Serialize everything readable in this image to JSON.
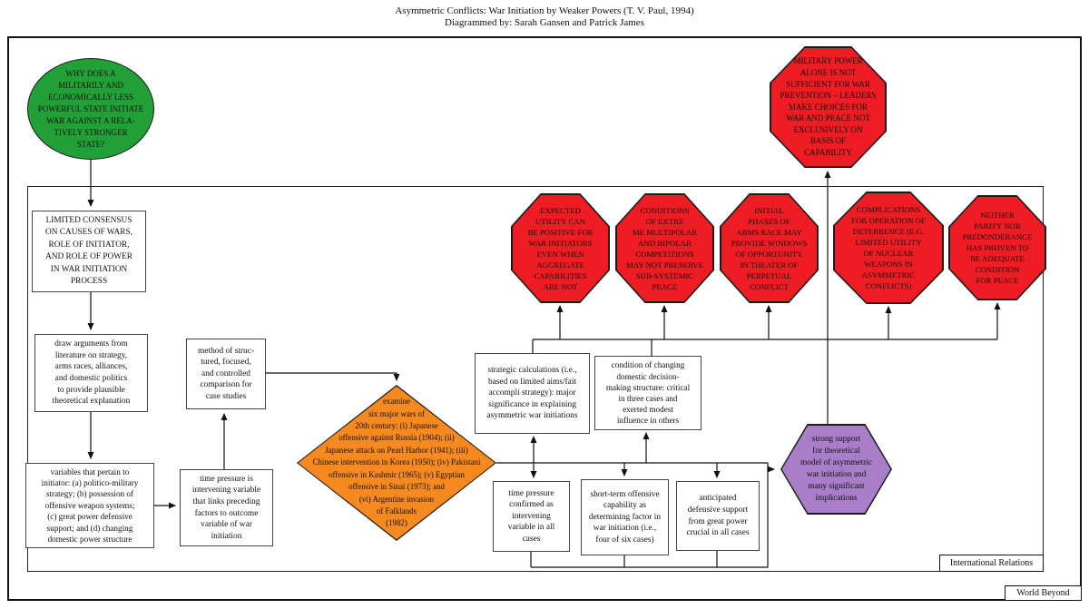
{
  "title": {
    "line1": "Asymmetric Conflicts: War Initiation by Weaker Powers (T. V. Paul, 1994)",
    "line2": "Diagrammed by:  Sarah Gansen and Patrick James"
  },
  "colors": {
    "question_green": "#22A038",
    "stop_red": "#EE1C23",
    "cases_orange": "#F6891F",
    "support_purple": "#A87EC8"
  },
  "question": {
    "text": "WHY DOES A\nMILITARILY AND\nECONOMICALLY LESS\nPOWERFUL STATE INITIATE\nWAR AGAINST A RELA-\nTIVELY STRONGER\nSTATE?"
  },
  "left_column": {
    "limited_consensus": "LIMITED CONSENSUS\nON CAUSES OF WARS,\nROLE OF INITIATOR,\nAND ROLE OF POWER\nIN WAR INITIATION\nPROCESS",
    "draw_arguments": "draw arguments from\nliterature on strategy,\narms races, alliances,\nand domestic politics\nto provide plausible\ntheoretical explanation",
    "variables": "variables that pertain to\ninitiator: (a) politico-military\nstrategy; (b) possession of\noffensive weapon systems;\n(c) great power defensive\nsupport; and (d) changing\ndomestic power structure",
    "method": "method of struc-\ntured, focused,\nand controlled\ncomparison for\ncase studies",
    "time_pressure_intervening": "time pressure is\nintervening variable\nthat links preceding\nfactors to outcome\nvariable of war\ninitiation"
  },
  "diamond": {
    "text": "examine\nsix major wars of\n20th century: (i) Japanese\noffensive against Russia (1904); (ii)\nJapanese attack on Pearl Harbor (1941); (iii)\nChinese intervention in Korea (1950); (iv) Pakistani\noffensive in Kashmir (1965); (v) Egyptian\noffensive in Sinai (1973); and\n(vi) Argentine invasion\nof Falklands\n(1982)"
  },
  "findings": {
    "strategic_calculations": "strategic calculations (i.e.,\nbased on limited aims/fait\naccompli strategy): major\nsignificance in explaining\nasymmetric war initiations",
    "condition_changing": "condition of changing\ndomestic decision-\nmaking structure: critical\nin three cases and\nexerted modest\ninfluence in others",
    "time_pressure_confirmed": "time pressure\nconfirmed as\nintervening\nvariable in all\ncases",
    "short_term_offensive": "short-term offensive\ncapability as\ndetermining factor in\nwar initiation (i.e.,\nfour of six cases)",
    "anticipated_defensive": "anticipated\ndefensive support\nfrom great power\ncrucial in all cases"
  },
  "hexagon": {
    "text": "strong support\nfor theoretical\nmodel of asymmetric\nwar initiation and\nmany significant\nimplications"
  },
  "octagons": {
    "military_power": "MILITARY POWER\nALONE IS NOT\nSUFFICIENT FOR WAR\nPREVENTION – LEADERS\nMAKE CHOICES FOR\nWAR AND PEACE NOT\nEXCLUSIVELY ON\nBASIS OF\nCAPABILITY",
    "expected_utility": "EXPECTED\nUTILITY CAN\nBE POSITIVE FOR\nWAR INITIATORS\nEVEN WHEN\nAGGREGATE\nCAPABILITIES\nARE NOT",
    "conditions_extreme": "CONDITIONS\nOF EXTRE\nME MULTIPOLAR\nAND BIPOLAR\nCOMPETITIONS\nMAY NOT PRESERVE\nSUB-SYSTEMIC\nPEACE",
    "initial_phases": "INITIAL\nPHASES OF\nARMS RACE MAY\nPROVIDE WINDOWS\nOF OPPORTUNITY\nIN THEATER OF\nPERPETUAL\nCONFLICT",
    "complications_deterrence": "COMPLICATIONS\nFOR OPERATION OF\nDETERRENCE (E.G.\nLIMITED UTILITY\nOF NUCLEAR\nWEAPONS IN\nASYMMETRIC\nCONFLICTS)",
    "neither_parity": "NEITHER\nPARITY NOR\nPREDONDERANCE\nHAS PROVEN TO\nBE ADEQUATE\nCONDITION\nFOR PEACE"
  },
  "labels": {
    "international_relations": "International Relations",
    "world_beyond": "World Beyond"
  }
}
